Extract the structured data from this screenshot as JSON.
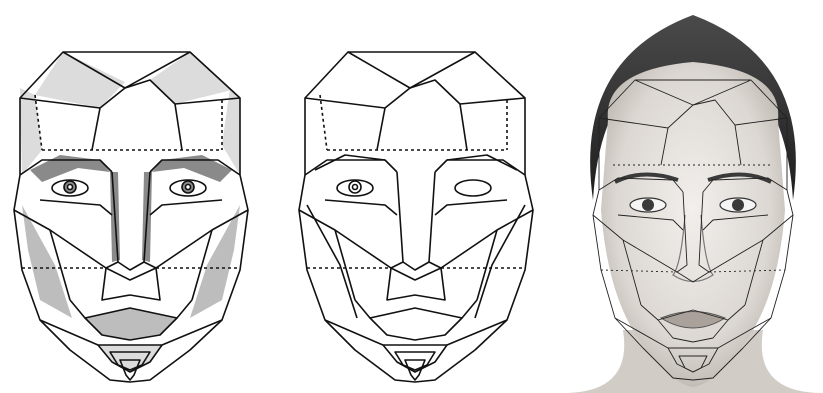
{
  "figure": {
    "panels": [
      {
        "id": "mask-shaded",
        "variant": "shaded"
      },
      {
        "id": "mask-outline",
        "variant": "outline"
      },
      {
        "id": "mask-overlay-portrait",
        "variant": "portrait-overlay"
      }
    ],
    "colors": {
      "line": "#111111",
      "shade_light": "#dcdcdc",
      "shade_mid": "#bdbdbd",
      "shade_dark": "#8a8a8a",
      "background": "#ffffff",
      "hair": "#2b2b2b",
      "skin": "#e9e6e2"
    }
  }
}
